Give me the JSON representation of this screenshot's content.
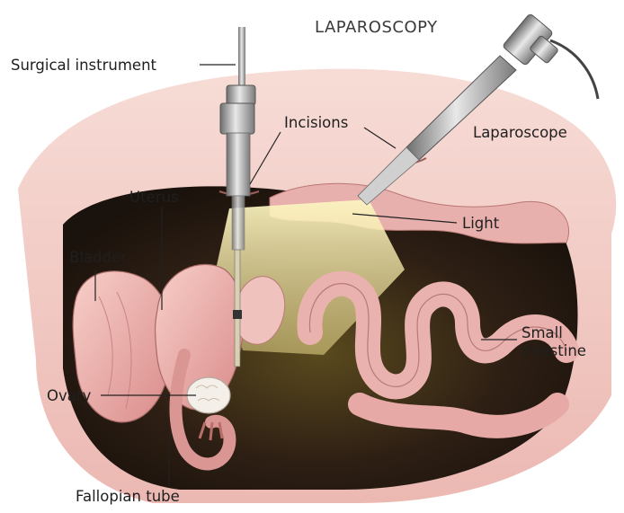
{
  "diagram": {
    "title": "LAPAROSCOPY",
    "labels": {
      "surgical_instrument": "Surgical instrument",
      "incisions": "Incisions",
      "laparoscope": "Laparoscope",
      "uterus": "Uterus",
      "light": "Light",
      "bladder": "Bladder",
      "small_intestine_line1": "Small",
      "small_intestine_line2": "intestine",
      "ovary": "Ovary",
      "fallopian_tube": "Fallopian tube"
    },
    "colors": {
      "skin": "#f2c9c3",
      "tissue": "#e9a6a4",
      "organ": "#f3b2ae",
      "cavity": "#3b2a1c",
      "light_beam": "#f6e9a0",
      "instrument_metal": "#bfbfbf"
    }
  }
}
